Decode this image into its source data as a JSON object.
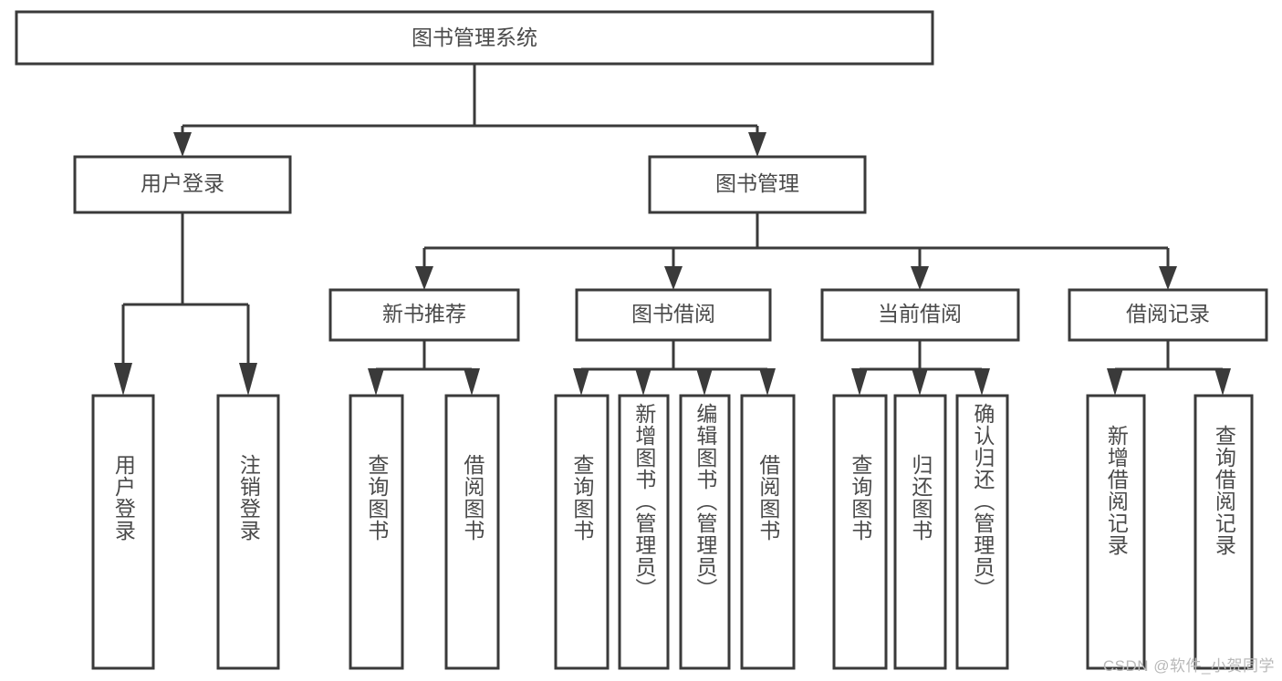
{
  "diagram": {
    "type": "tree-hierarchy",
    "title": "图书管理系统",
    "orientation": "top-down",
    "colors": {
      "box_stroke": "#3a3a3a",
      "box_fill": "#ffffff",
      "text": "#4a4a4a",
      "connector": "#3a3a3a",
      "background": "#ffffff",
      "watermark": "#b9b9b9"
    },
    "root": {
      "id": "root",
      "label": "图书管理系统",
      "orientation": "horizontal"
    },
    "level2": [
      {
        "id": "user-login",
        "label": "用户登录",
        "orientation": "horizontal"
      },
      {
        "id": "book-manage",
        "label": "图书管理",
        "orientation": "horizontal"
      }
    ],
    "level3": [
      {
        "id": "new-book-recommend",
        "label": "新书推荐",
        "orientation": "horizontal",
        "parent": "book-manage"
      },
      {
        "id": "book-borrow",
        "label": "图书借阅",
        "orientation": "horizontal",
        "parent": "book-manage"
      },
      {
        "id": "current-borrow",
        "label": "当前借阅",
        "orientation": "horizontal",
        "parent": "book-manage"
      },
      {
        "id": "borrow-record",
        "label": "借阅记录",
        "orientation": "horizontal",
        "parent": "book-manage"
      }
    ],
    "leaves": [
      {
        "id": "leaf-user-login",
        "label": "用户登录",
        "parent": "user-login",
        "orientation": "vertical"
      },
      {
        "id": "leaf-user-logout",
        "label": "注销登录",
        "parent": "user-login",
        "orientation": "vertical"
      },
      {
        "id": "leaf-query-book-1",
        "label": "查询图书",
        "parent": "new-book-recommend",
        "orientation": "vertical"
      },
      {
        "id": "leaf-borrow-book-1",
        "label": "借阅图书",
        "parent": "new-book-recommend",
        "orientation": "vertical"
      },
      {
        "id": "leaf-query-book-2",
        "label": "查询图书",
        "parent": "book-borrow",
        "orientation": "vertical"
      },
      {
        "id": "leaf-add-book",
        "label": "新增图书（管理员）",
        "parent": "book-borrow",
        "orientation": "vertical"
      },
      {
        "id": "leaf-edit-book",
        "label": "编辑图书（管理员）",
        "parent": "book-borrow",
        "orientation": "vertical"
      },
      {
        "id": "leaf-borrow-book-2",
        "label": "借阅图书",
        "parent": "book-borrow",
        "orientation": "vertical"
      },
      {
        "id": "leaf-query-book-3",
        "label": "查询图书",
        "parent": "current-borrow",
        "orientation": "vertical"
      },
      {
        "id": "leaf-return-book",
        "label": "归还图书",
        "parent": "current-borrow",
        "orientation": "vertical"
      },
      {
        "id": "leaf-confirm-return",
        "label": "确认归还（管理员）",
        "parent": "current-borrow",
        "orientation": "vertical"
      },
      {
        "id": "leaf-add-record",
        "label": "新增借阅记录",
        "parent": "borrow-record",
        "orientation": "vertical"
      },
      {
        "id": "leaf-query-record",
        "label": "查询借阅记录",
        "parent": "borrow-record",
        "orientation": "vertical"
      }
    ],
    "watermark": "CSDN @软件_小贺同学"
  }
}
